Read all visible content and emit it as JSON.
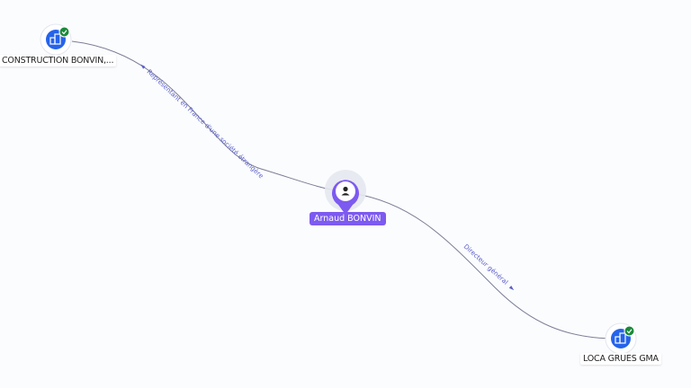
{
  "nodes": {
    "company_a": {
      "name": "CONSTRUCTION BONVIN,...",
      "icon": "building-icon",
      "verified_icon": "check-badge-icon"
    },
    "person": {
      "name": "Arnaud BONVIN",
      "icon": "person-icon"
    },
    "company_b": {
      "name": "LOCA GRUES GMA",
      "icon": "building-icon",
      "verified_icon": "check-badge-icon"
    }
  },
  "edges": [
    {
      "from": "person",
      "to": "company_a",
      "label": "Représentant en France d'une société étrangère",
      "arrow": "◄"
    },
    {
      "from": "person",
      "to": "company_b",
      "label": "Directeur général",
      "arrow": "►"
    }
  ],
  "colors": {
    "person_accent": "#7d5af0",
    "company_accent": "#2563eb",
    "verified": "#1b8a3a",
    "edge": "#7c7e96",
    "edge_label": "#5b5fc7"
  }
}
